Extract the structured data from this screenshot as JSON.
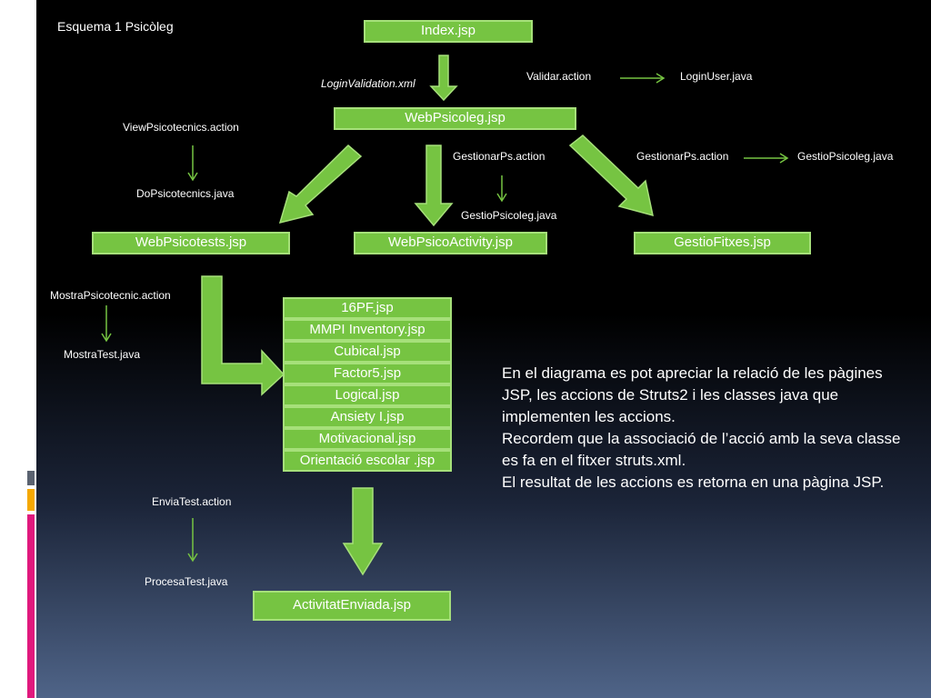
{
  "slide_title": "Esquema 1 Psicòleg",
  "pages": {
    "index": "Index.jsp",
    "web_psicoleg": "WebPsicoleg.jsp",
    "web_psicotests": "WebPsicotests.jsp",
    "web_psico_activity": "WebPsicoActivity.jsp",
    "gestio_fitxes": "GestioFitxes.jsp",
    "activitat_enviada": "ActivitatEnviada.jsp"
  },
  "test_pages": [
    "16PF.jsp",
    "MMPI Inventory.jsp",
    "Cubical.jsp",
    "Factor5.jsp",
    "Logical.jsp",
    "Ansiety I.jsp",
    "Motivacional.jsp",
    "Orientació escolar .jsp"
  ],
  "labels": {
    "login_validation": "LoginValidation.xml",
    "validar_action": "Validar.action",
    "login_user": "LoginUser.java",
    "view_psicotecnics_action": "ViewPsicotecnics.action",
    "do_psicotecnics": "DoPsicotecnics.java",
    "gestionar_ps_action_1": "GestionarPs.action",
    "gestio_psicoleg_1": "GestioPsicoleg.java",
    "gestionar_ps_action_2": "GestionarPs.action",
    "gestio_psicoleg_2": "GestioPsicoleg.java",
    "mostra_psicotecnic_action": "MostraPsicotecnic.action",
    "mostra_test": "MostraTest.java",
    "envia_test_action": "EnviaTest.action",
    "procesa_test": "ProcesaTest.java"
  },
  "description": [
    "En el diagrama es pot apreciar la relació de les pàgines",
    "JSP, les accions de Struts2 i les classes java que",
    "implementen les accions.",
    "Recordem que la associació de l’acció amb la seva classe",
    "es fa en el fitxer struts.xml.",
    "El resultat de les accions es retorna en una pàgina JSP."
  ],
  "colors": {
    "box_fill": "#76c442",
    "box_border": "#a6e07a",
    "deco_gray": "#5a6270",
    "deco_orange": "#f5a800",
    "deco_magenta": "#e0197d"
  }
}
